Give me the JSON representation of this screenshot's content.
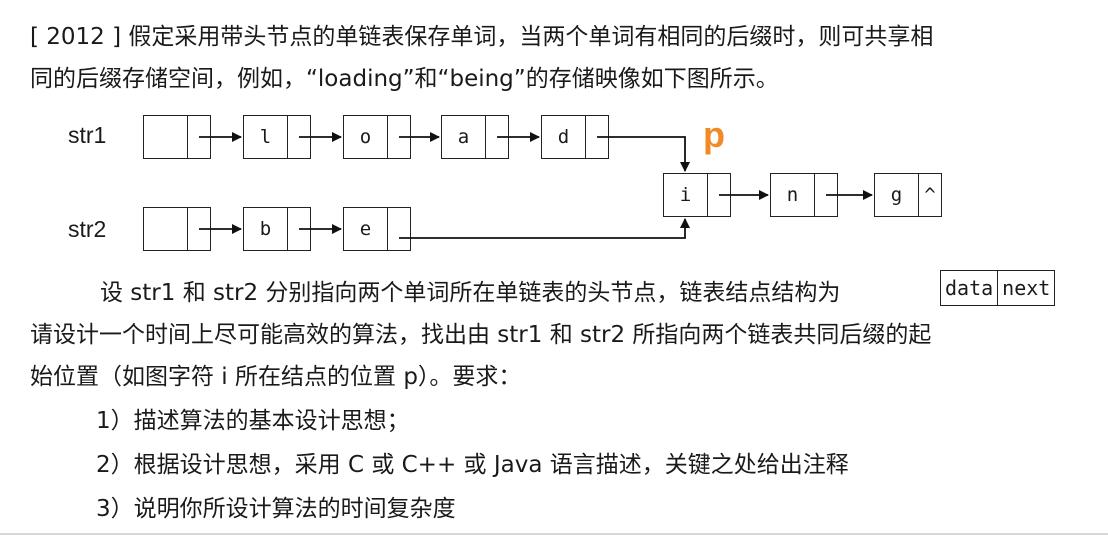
{
  "intro": {
    "line1": "[ 2012 ] 假定采用带头节点的单链表保存单词，当两个单词有相同的后缀时，则可共享相",
    "line2": "同的后缀存储空间，例如，“loading”和“being”的存储映像如下图所示。"
  },
  "diagram": {
    "str1_label": "str1",
    "str2_label": "str2",
    "p_label": "p",
    "str1_nodes": [
      "l",
      "o",
      "a",
      "d"
    ],
    "str2_nodes": [
      "b",
      "e"
    ],
    "shared_nodes": [
      "i",
      "n",
      "g"
    ],
    "null_marker": "^"
  },
  "body": {
    "line1": "设 str1 和 str2 分别指向两个单词所在单链表的头节点，链表结点结构为",
    "struct_data": "data",
    "struct_next": "next",
    "line2": "请设计一个时间上尽可能高效的算法，找出由 str1 和 str2 所指向两个链表共同后缀的起",
    "line3": "始位置（如图字符 i 所在结点的位置 p）。要求："
  },
  "requirements": [
    "1）描述算法的基本设计思想；",
    "2）根据设计思想，采用 C 或 C++ 或 Java 语言描述，关键之处给出注释",
    "3）说明你所设计算法的时间复杂度"
  ]
}
